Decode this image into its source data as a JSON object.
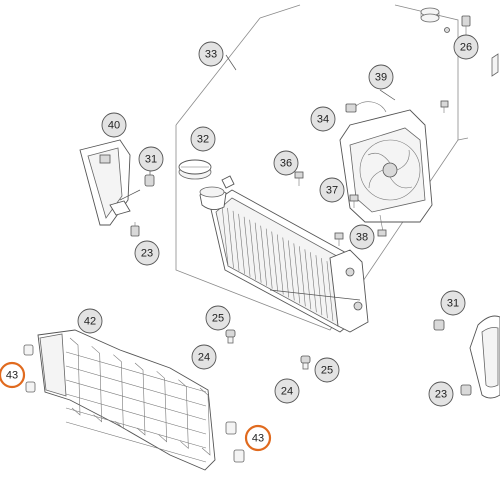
{
  "diagram": {
    "colors": {
      "callout_fill": "#e3e3e3",
      "callout_stroke": "#555555",
      "highlight_stroke": "#e06a1e",
      "line": "#555555"
    },
    "callouts": [
      {
        "id": "c26",
        "label": "26",
        "highlighted": false
      },
      {
        "id": "c33",
        "label": "33",
        "highlighted": false
      },
      {
        "id": "c39",
        "label": "39",
        "highlighted": false
      },
      {
        "id": "c40",
        "label": "40",
        "highlighted": false
      },
      {
        "id": "c34",
        "label": "34",
        "highlighted": false
      },
      {
        "id": "c32",
        "label": "32",
        "highlighted": false
      },
      {
        "id": "c31a",
        "label": "31",
        "highlighted": false
      },
      {
        "id": "c36",
        "label": "36",
        "highlighted": false
      },
      {
        "id": "c37",
        "label": "37",
        "highlighted": false
      },
      {
        "id": "c38",
        "label": "38",
        "highlighted": false
      },
      {
        "id": "c23a",
        "label": "23",
        "highlighted": false
      },
      {
        "id": "c42",
        "label": "42",
        "highlighted": false
      },
      {
        "id": "c25a",
        "label": "25",
        "highlighted": false
      },
      {
        "id": "c31b",
        "label": "31",
        "highlighted": false
      },
      {
        "id": "c43a",
        "label": "43",
        "highlighted": true
      },
      {
        "id": "c24a",
        "label": "24",
        "highlighted": false
      },
      {
        "id": "c25b",
        "label": "25",
        "highlighted": false
      },
      {
        "id": "c24b",
        "label": "24",
        "highlighted": false
      },
      {
        "id": "c23b",
        "label": "23",
        "highlighted": false
      },
      {
        "id": "c43b",
        "label": "43",
        "highlighted": true
      }
    ]
  }
}
